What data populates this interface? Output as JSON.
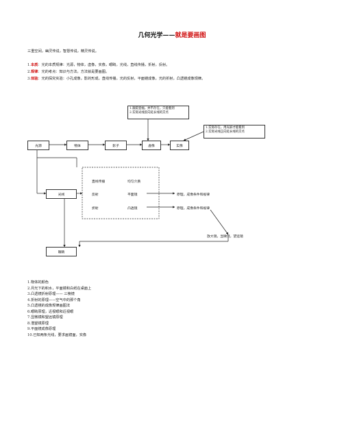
{
  "title": {
    "prefix": "几何光学——",
    "emphasis": "就是要画图"
  },
  "intro": "三重空间，幽灵传说，智慧传说，精灵传说。",
  "points": [
    {
      "number": "1.",
      "label": "本质",
      "text": "：光的本质规律：光源，物体，虚像，实像，眼睛，光线，直线传播，折射，反射。"
    },
    {
      "number": "2.",
      "label": "规律",
      "text": "：光的考点：知识与方法，方法就是要画图。"
    },
    {
      "number": "3.",
      "label": "体验",
      "text": "：光的探究实验：小孔成像，影的形成，直线传播，光的反射，平面镜成像，光的折射，凸透镜成像规律。"
    }
  ],
  "diagram": {
    "virtual_note": [
      "1.跟踪变幅，并不存在，只能看到",
      "2.实际光线反向延长线的交点"
    ],
    "real_note": [
      "1.实际存在，用光屏才能看到",
      "2.实际光线正向延长线的交点"
    ],
    "row": [
      "光源",
      "物体",
      "影子",
      "虚像",
      "实像"
    ],
    "light_box": "光线",
    "eye_box": "眼睛",
    "dashed_items": {
      "r1c1": "直线传播",
      "r1c2": "均匀介质",
      "r2c1": "反射",
      "r2c2": "平面镜",
      "r3c1": "折射",
      "r3c2": "凸透镜"
    },
    "out_mirror": "原理，成像条件和规律",
    "out_lens": "原理，成像条件和规律",
    "out_instruments": "放大镜，显微镜，望远镜"
  },
  "list": [
    "1.物体的颜色",
    "2.月光下的积水，平面镜和白纸在桌面上",
    "3.凸透镜折射原理—— 三棱镜",
    "4.折射的原理——空气中的那个角",
    "5.凸透镜的成像规律画图法",
    "6.眼睛原理，近视眼和近视眼",
    "7.显微镜和望远镜原理",
    "8.潜望镜原理",
    "9.平面镜成像原理",
    "10.已知两条光线，要求画镜面，实像"
  ]
}
